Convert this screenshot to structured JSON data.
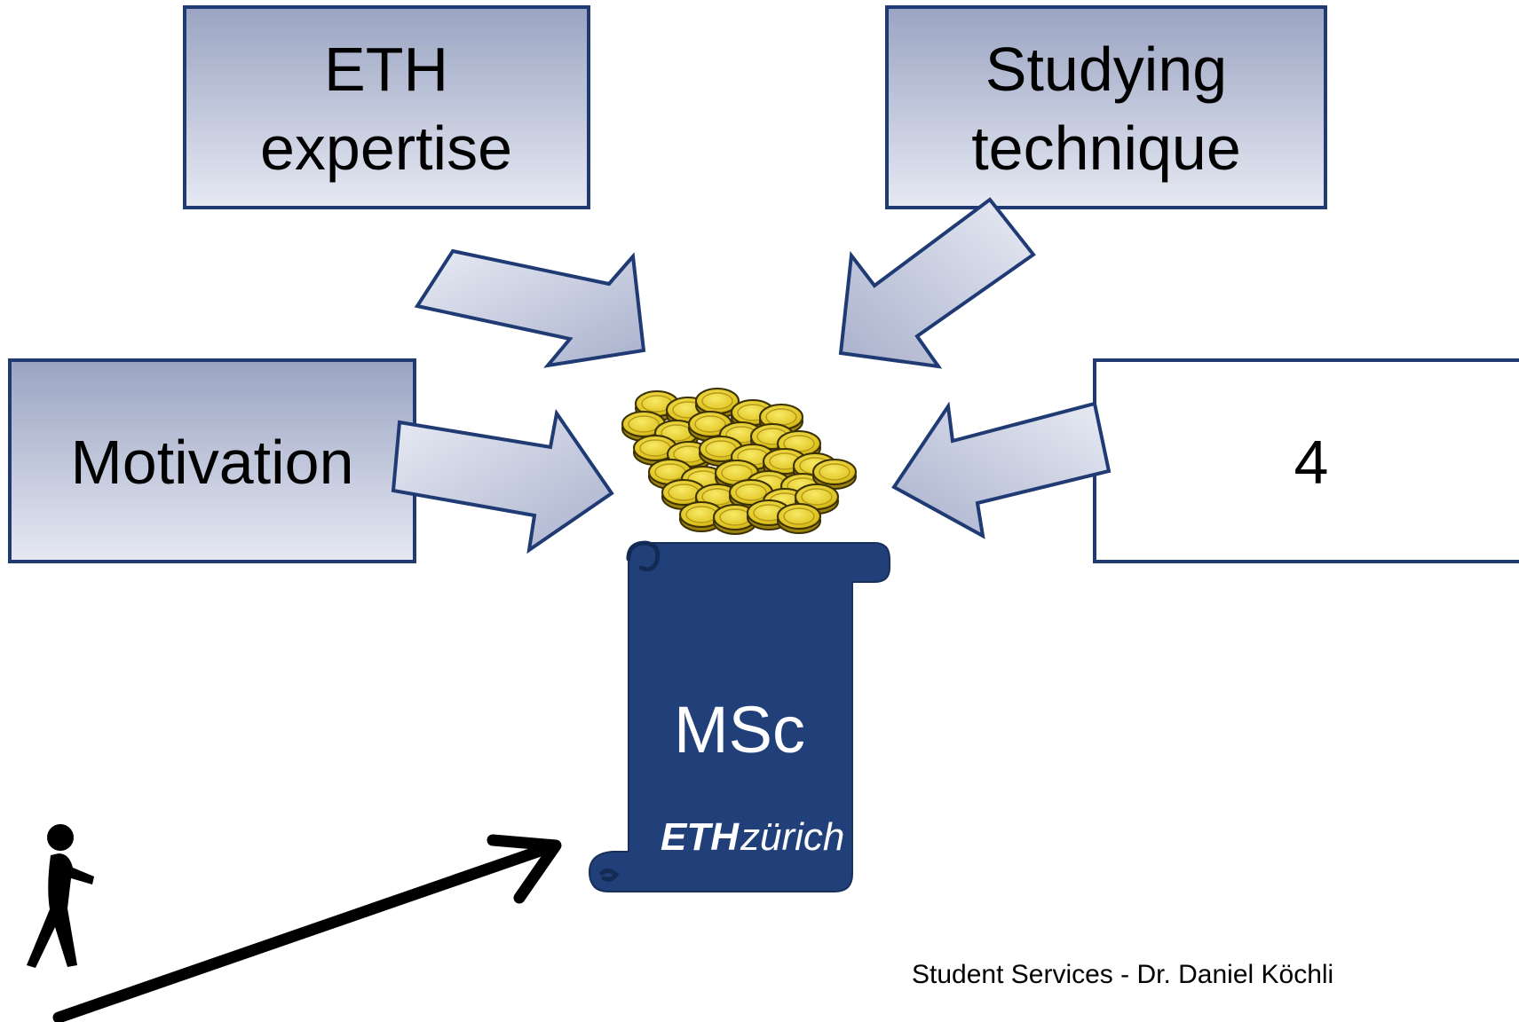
{
  "boxes": {
    "eth_expertise": {
      "line1": "ETH",
      "line2": "expertise"
    },
    "studying_technique": {
      "line1": "Studying",
      "line2": "technique"
    },
    "motivation": {
      "label": "Motivation"
    },
    "fourth": {
      "label": "4"
    }
  },
  "diploma": {
    "degree": "MSc",
    "logo_bold": "ETH",
    "logo_thin": "zürich"
  },
  "footer": {
    "credit": "Student Services - Dr. Daniel Köchli"
  },
  "colors": {
    "box_gradient_top": "#9aa4c2",
    "box_gradient_bottom": "#e6e9f3",
    "box_border": "#203a74",
    "scroll_fill": "#21407a",
    "coin_fill": "#e8c92c",
    "coin_dark": "#a08a12"
  },
  "icons": {
    "coins": "coins-pile-icon",
    "walker": "walking-person-icon",
    "path_arrow": "path-arrow-icon"
  }
}
